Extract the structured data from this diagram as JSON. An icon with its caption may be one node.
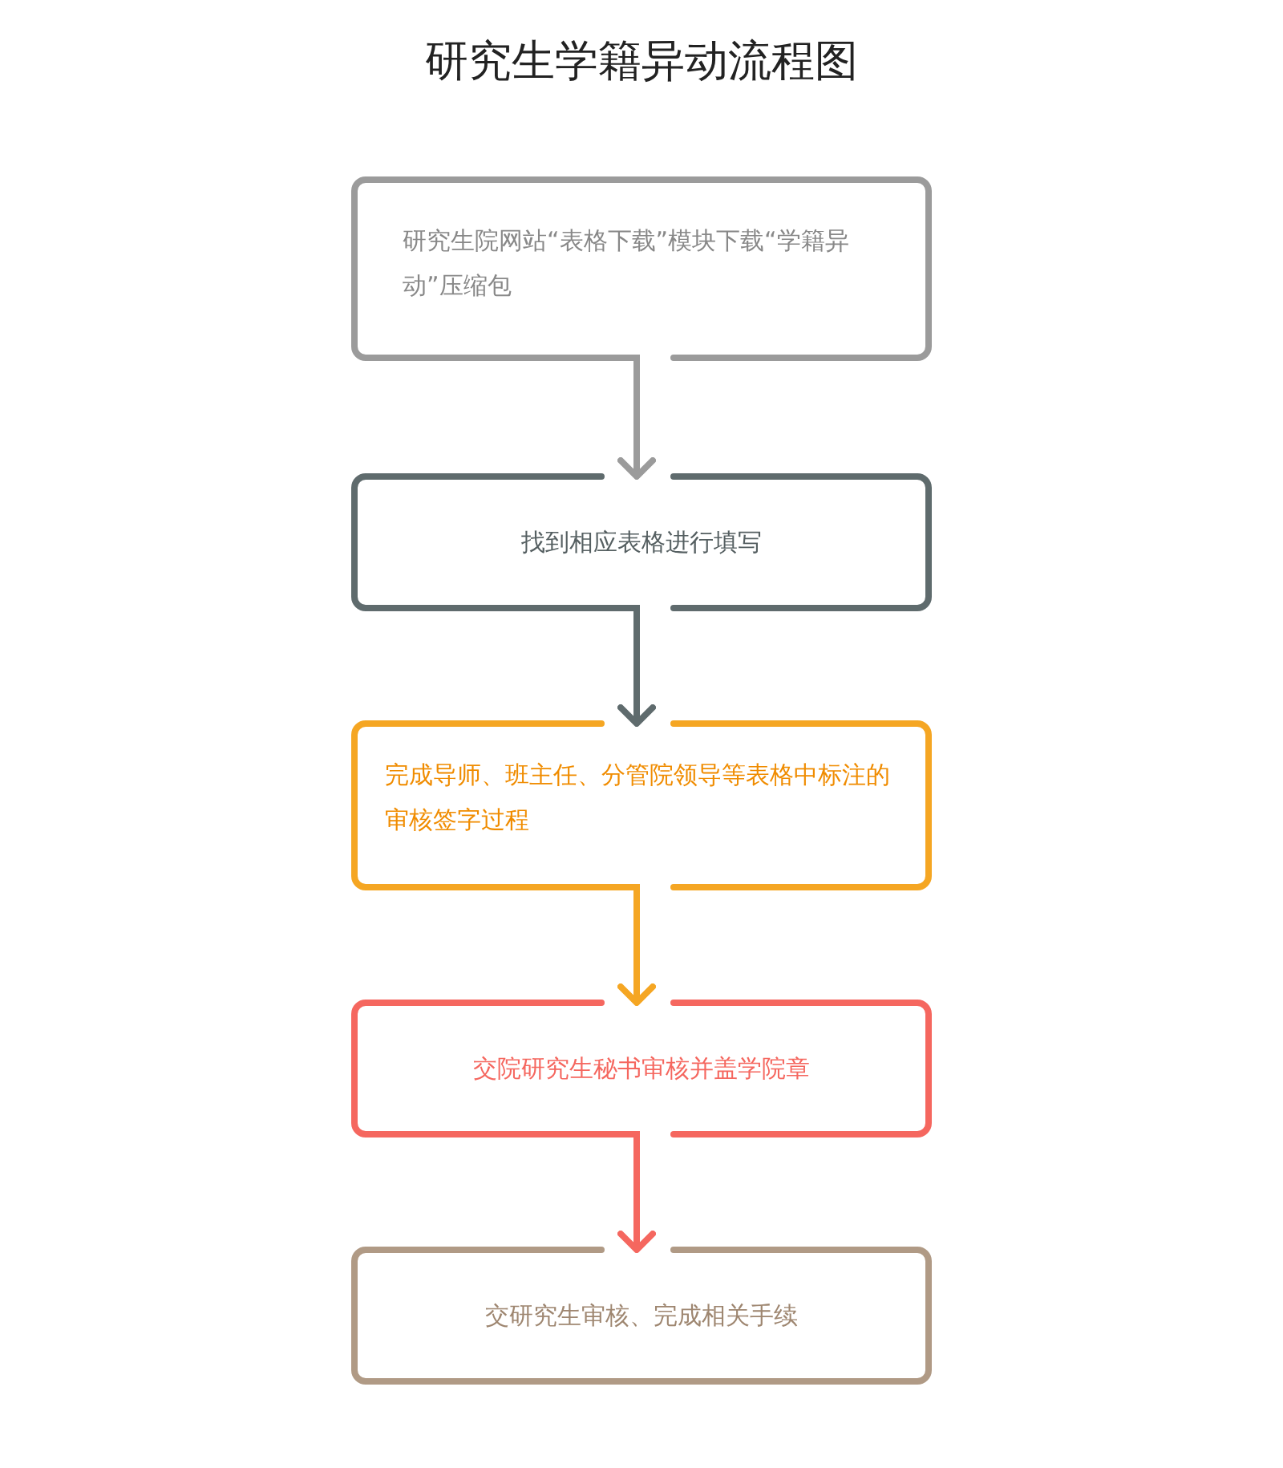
{
  "diagram": {
    "title": "研究生学籍异动流程图",
    "nodes": [
      {
        "text": [
          "研究生院网站“表格下载”模块下载“学籍异动”压缩包"
        ]
      },
      {
        "text": [
          "找到相应表格进行填写"
        ]
      },
      {
        "text": [
          "完成导师、班主任、分管院领导等表格中标注的审核签字过程"
        ]
      },
      {
        "text": [
          "交院研究生秘书审核并盖学院章"
        ]
      },
      {
        "text": [
          "交研究生审核、完成相关手续"
        ]
      }
    ],
    "edges": [
      {
        "from": 0,
        "to": 1,
        "arrow": "to",
        "color": "#9b9b9b"
      },
      {
        "from": 1,
        "to": 2,
        "arrow": "to",
        "color": "#5f6b6d"
      },
      {
        "from": 2,
        "to": 3,
        "arrow": "to",
        "color": "#f5a623"
      },
      {
        "from": 3,
        "to": 4,
        "arrow": "to",
        "color": "#f5675f"
      }
    ]
  }
}
